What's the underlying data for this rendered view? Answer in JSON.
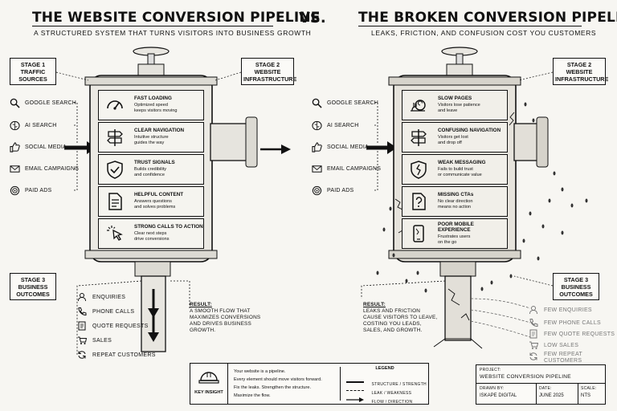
{
  "left": {
    "title": "THE WEBSITE CONVERSION PIPELINE",
    "subtitle": "A STRUCTURED SYSTEM THAT TURNS VISITORS INTO BUSINESS GROWTH",
    "stage1": {
      "line1": "STAGE 1",
      "line2": "TRAFFIC",
      "line3": "SOURCES"
    },
    "stage2": {
      "line1": "STAGE 2",
      "line2": "WEBSITE",
      "line3": "INFRASTRUCTURE"
    },
    "stage3": {
      "line1": "STAGE 3",
      "line2": "BUSINESS",
      "line3": "OUTCOMES"
    },
    "sources": [
      {
        "label": "GOOGLE SEARCH",
        "icon": "search-icon"
      },
      {
        "label": "AI SEARCH",
        "icon": "brain-icon"
      },
      {
        "label": "SOCIAL MEDIA",
        "icon": "thumbs-up-icon"
      },
      {
        "label": "EMAIL CAMPAIGNS",
        "icon": "envelope-icon"
      },
      {
        "label": "PAID ADS",
        "icon": "target-icon"
      }
    ],
    "panels": [
      {
        "title": "FAST LOADING",
        "desc1": "Optimized speed",
        "desc2": "keeps visitors moving",
        "desc3": "",
        "icon": "speedometer-icon"
      },
      {
        "title": "CLEAR NAVIGATION",
        "desc1": "Intuitive structure",
        "desc2": "guides the way",
        "desc3": "",
        "icon": "signpost-icon"
      },
      {
        "title": "TRUST SIGNALS",
        "desc1": "Builds credibility",
        "desc2": "and confidence",
        "desc3": "",
        "icon": "shield-check-icon"
      },
      {
        "title": "HELPFUL CONTENT",
        "desc1": "Answers questions",
        "desc2": "and solves problems",
        "desc3": "",
        "icon": "document-icon"
      },
      {
        "title": "STRONG CALLS TO ACTION",
        "desc1": "Clear next steps",
        "desc2": "drive conversions",
        "desc3": "",
        "icon": "cursor-click-icon"
      }
    ],
    "outcomes": [
      {
        "label": "ENQUIRIES",
        "icon": "person-icon"
      },
      {
        "label": "PHONE CALLS",
        "icon": "phone-icon"
      },
      {
        "label": "QUOTE REQUESTS",
        "icon": "quote-doc-icon"
      },
      {
        "label": "SALES",
        "icon": "cart-icon"
      },
      {
        "label": "REPEAT CUSTOMERS",
        "icon": "refresh-icon"
      }
    ],
    "result_heading": "RESULT:",
    "result_lines": [
      "A SMOOTH FLOW THAT",
      "MAXIMIZES CONVERSIONS",
      "AND DRIVES BUSINESS",
      "GROWTH."
    ]
  },
  "vs": "VS.",
  "right": {
    "title": "THE BROKEN CONVERSION PIPELINE",
    "subtitle": "LEAKS, FRICTION, AND CONFUSION COST YOU CUSTOMERS",
    "stage2": {
      "line1": "STAGE 2",
      "line2": "WEBSITE",
      "line3": "INFRASTRUCTURE"
    },
    "stage3": {
      "line1": "STAGE 3",
      "line2": "BUSINESS",
      "line3": "OUTCOMES"
    },
    "sources": [
      {
        "label": "GOOGLE SEARCH",
        "icon": "search-icon"
      },
      {
        "label": "AI SEARCH",
        "icon": "brain-icon"
      },
      {
        "label": "SOCIAL MEDIA",
        "icon": "thumbs-up-icon"
      },
      {
        "label": "EMAIL CAMPAIGNS",
        "icon": "envelope-icon"
      },
      {
        "label": "PAID ADS",
        "icon": "target-icon"
      }
    ],
    "panels": [
      {
        "title": "SLOW PAGES",
        "desc1": "Visitors lose patience",
        "desc2": "and leave",
        "desc3": "",
        "icon": "snail-icon"
      },
      {
        "title": "CONFUSING NAVIGATION",
        "desc1": "Visitors get lost",
        "desc2": "and drop off",
        "desc3": "",
        "icon": "signpost-icon"
      },
      {
        "title": "WEAK MESSAGING",
        "desc1": "Fails to build trust",
        "desc2": "or communicate value",
        "desc3": "",
        "icon": "cracked-shield-icon"
      },
      {
        "title": "MISSING CTAs",
        "desc1": "No clear direction",
        "desc2": "means no action",
        "desc3": "",
        "icon": "question-doc-icon"
      },
      {
        "title": "POOR MOBILE",
        "title2": "EXPERIENCE",
        "desc1": "Frustrates users",
        "desc2": "on the go",
        "desc3": "",
        "icon": "mobile-icon"
      }
    ],
    "outcomes": [
      {
        "label": "FEW ENQUIRIES",
        "icon": "person-icon"
      },
      {
        "label": "FEW PHONE CALLS",
        "icon": "phone-icon"
      },
      {
        "label": "FEW QUOTE REQUESTS",
        "icon": "quote-doc-icon"
      },
      {
        "label": "LOW SALES",
        "icon": "cart-icon"
      },
      {
        "label": "FEW REPEAT",
        "label2": "CUSTOMERS",
        "icon": "refresh-icon"
      }
    ],
    "result_heading": "RESULT:",
    "result_lines": [
      "LEAKS AND FRICTION",
      "CAUSE VISITORS TO LEAVE,",
      "COSTING YOU LEADS,",
      "SALES, AND GROWTH."
    ]
  },
  "key_insight": {
    "label": "KEY INSIGHT",
    "lines": [
      "Your website is a pipeline.",
      "Every element should move visitors forward.",
      "Fix the leaks. Strengthen the structure.",
      "Maximize the flow."
    ]
  },
  "legend": {
    "title": "LEGEND",
    "items": [
      "STRUCTURE / STRENGTH",
      "LEAK / WEAKNESS",
      "FLOW / DIRECTION"
    ]
  },
  "title_block": {
    "project_label": "PROJECT:",
    "project": "WEBSITE CONVERSION PIPELINE",
    "drawn_by_label": "DRAWN BY:",
    "drawn_by": "ISKAPE DIGITAL",
    "date_label": "DATE:",
    "date": "JUNE 2025",
    "scale_label": "SCALE:",
    "scale": "NTS"
  }
}
